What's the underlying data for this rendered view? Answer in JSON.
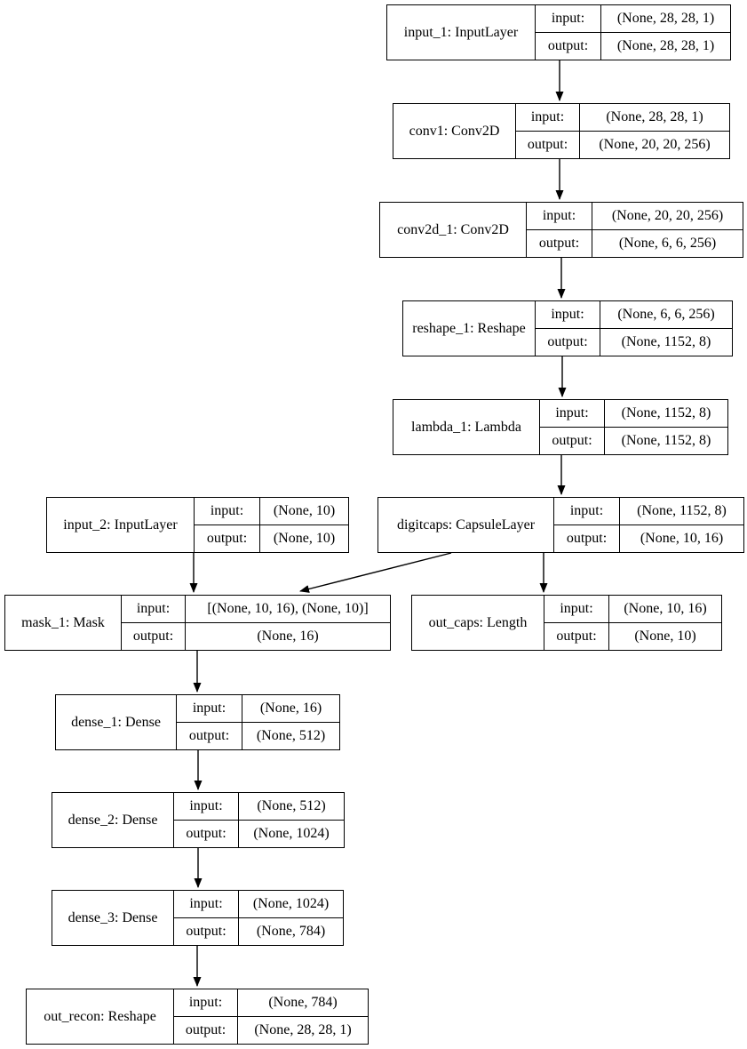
{
  "labels": {
    "input": "input:",
    "output": "output:"
  },
  "nodes": [
    {
      "id": "input_1",
      "label": "input_1: InputLayer",
      "input": "(None, 28, 28, 1)",
      "output": "(None, 28, 28, 1)"
    },
    {
      "id": "conv1",
      "label": "conv1: Conv2D",
      "input": "(None, 28, 28, 1)",
      "output": "(None, 20, 20, 256)"
    },
    {
      "id": "conv2d_1",
      "label": "conv2d_1: Conv2D",
      "input": "(None, 20, 20, 256)",
      "output": "(None, 6, 6, 256)"
    },
    {
      "id": "reshape_1",
      "label": "reshape_1: Reshape",
      "input": "(None, 6, 6, 256)",
      "output": "(None, 1152, 8)"
    },
    {
      "id": "lambda_1",
      "label": "lambda_1: Lambda",
      "input": "(None, 1152, 8)",
      "output": "(None, 1152, 8)"
    },
    {
      "id": "digitcaps",
      "label": "digitcaps: CapsuleLayer",
      "input": "(None, 1152, 8)",
      "output": "(None, 10, 16)"
    },
    {
      "id": "input_2",
      "label": "input_2: InputLayer",
      "input": "(None, 10)",
      "output": "(None, 10)"
    },
    {
      "id": "mask_1",
      "label": "mask_1: Mask",
      "input": "[(None, 10, 16), (None, 10)]",
      "output": "(None, 16)"
    },
    {
      "id": "out_caps",
      "label": "out_caps: Length",
      "input": "(None, 10, 16)",
      "output": "(None, 10)"
    },
    {
      "id": "dense_1",
      "label": "dense_1: Dense",
      "input": "(None, 16)",
      "output": "(None, 512)"
    },
    {
      "id": "dense_2",
      "label": "dense_2: Dense",
      "input": "(None, 512)",
      "output": "(None, 1024)"
    },
    {
      "id": "dense_3",
      "label": "dense_3: Dense",
      "input": "(None, 1024)",
      "output": "(None, 784)"
    },
    {
      "id": "out_recon",
      "label": "out_recon: Reshape",
      "input": "(None, 784)",
      "output": "(None, 28, 28, 1)"
    }
  ],
  "edges": [
    {
      "from": "input_1",
      "to": "conv1"
    },
    {
      "from": "conv1",
      "to": "conv2d_1"
    },
    {
      "from": "conv2d_1",
      "to": "reshape_1"
    },
    {
      "from": "reshape_1",
      "to": "lambda_1"
    },
    {
      "from": "lambda_1",
      "to": "digitcaps"
    },
    {
      "from": "digitcaps",
      "to": "mask_1"
    },
    {
      "from": "digitcaps",
      "to": "out_caps"
    },
    {
      "from": "input_2",
      "to": "mask_1"
    },
    {
      "from": "mask_1",
      "to": "dense_1"
    },
    {
      "from": "dense_1",
      "to": "dense_2"
    },
    {
      "from": "dense_2",
      "to": "dense_3"
    },
    {
      "from": "dense_3",
      "to": "out_recon"
    }
  ],
  "colors": {
    "line": "#000000",
    "background": "#ffffff"
  }
}
